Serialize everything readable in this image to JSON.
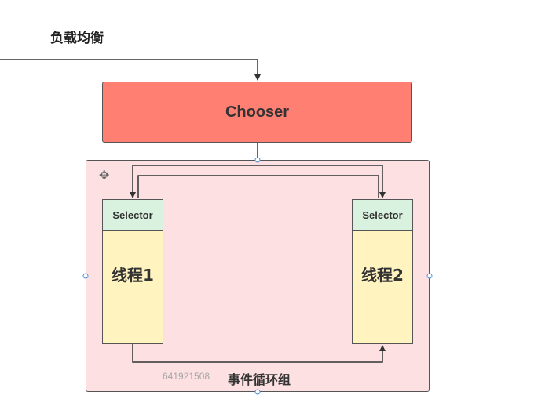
{
  "title": "负载均衡",
  "chooser": {
    "label": "Chooser"
  },
  "threads": [
    {
      "selector_label": "Selector",
      "thread_label": "线程1"
    },
    {
      "selector_label": "Selector",
      "thread_label": "线程2"
    }
  ],
  "group": {
    "watermark": "641921508",
    "label": "事件循环组"
  },
  "icons": {
    "move": "move-icon"
  },
  "colors": {
    "chooser": "#ff7f73",
    "group": "#fde0e2",
    "selector": "#d9f2df",
    "thread": "#fff3c0"
  }
}
